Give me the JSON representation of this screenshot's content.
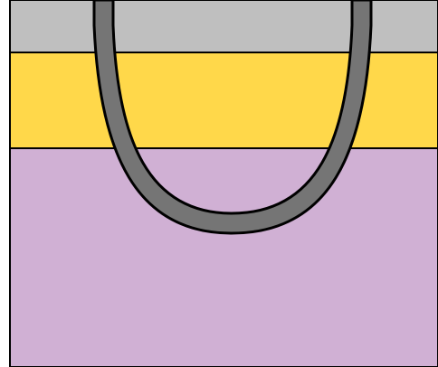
{
  "diagram": {
    "description_free": true,
    "layers": [
      {
        "id": "top-layer",
        "color": "#bfbfbf"
      },
      {
        "id": "middle-layer",
        "color": "#ffd84a"
      },
      {
        "id": "bottom-layer",
        "color": "#d0b0d4"
      }
    ],
    "tube": {
      "fill": "#757575",
      "stroke": "#000000"
    }
  }
}
